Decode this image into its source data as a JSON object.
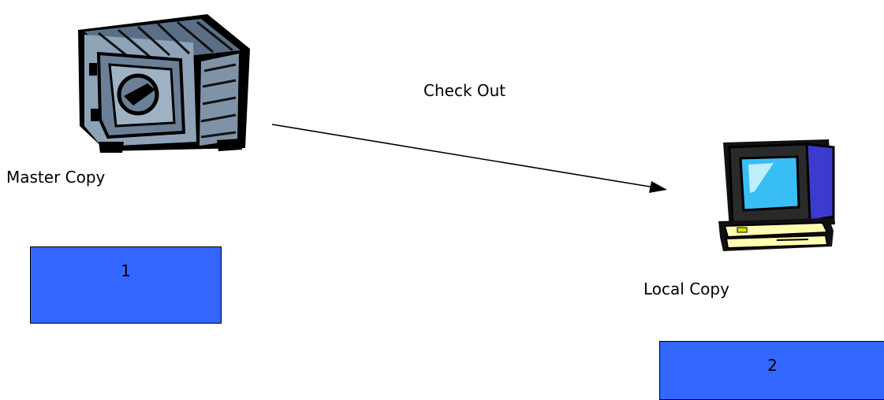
{
  "diagram": {
    "arrow_label": "Check Out",
    "master": {
      "label": "Master Copy",
      "version": "1"
    },
    "local": {
      "label": "Local Copy",
      "version": "2"
    }
  },
  "colors": {
    "box_fill": "#3366ff",
    "safe_body": "#7f93a8",
    "monitor_frame": "#222222",
    "monitor_screen": "#38bdf5",
    "monitor_panel": "#3b3bd0",
    "base_yellow": "#ffffb3"
  },
  "icons": [
    "safe-icon",
    "computer-icon",
    "arrow"
  ]
}
